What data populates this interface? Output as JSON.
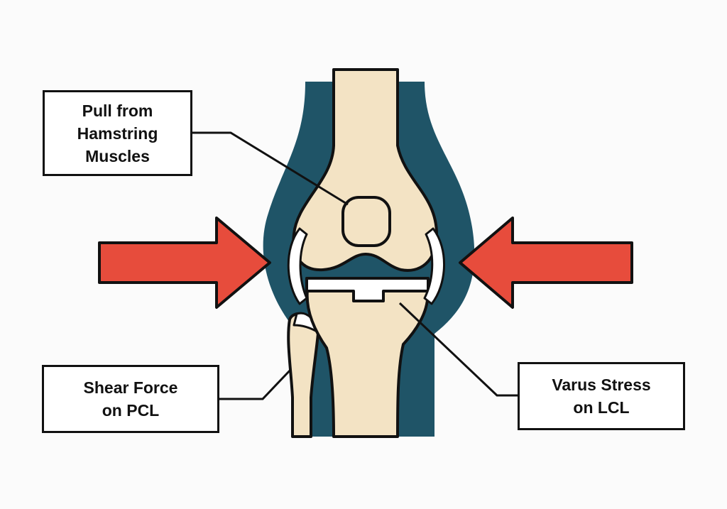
{
  "labels": {
    "hamstring": [
      "Pull from",
      "Hamstring",
      "Muscles"
    ],
    "shear": [
      "Shear Force",
      "on PCL"
    ],
    "varus": [
      "Varus Stress",
      "on LCL"
    ]
  },
  "colors": {
    "soft_tissue": "#1f5467",
    "bone": "#f3e3c4",
    "cartilage": "#ffffff",
    "force_arrow": "#e74c3c",
    "outline": "#111111",
    "background": "#fbfbfb"
  },
  "icons": {
    "left_arrow": "arrow-right-icon",
    "right_arrow": "arrow-left-icon"
  }
}
